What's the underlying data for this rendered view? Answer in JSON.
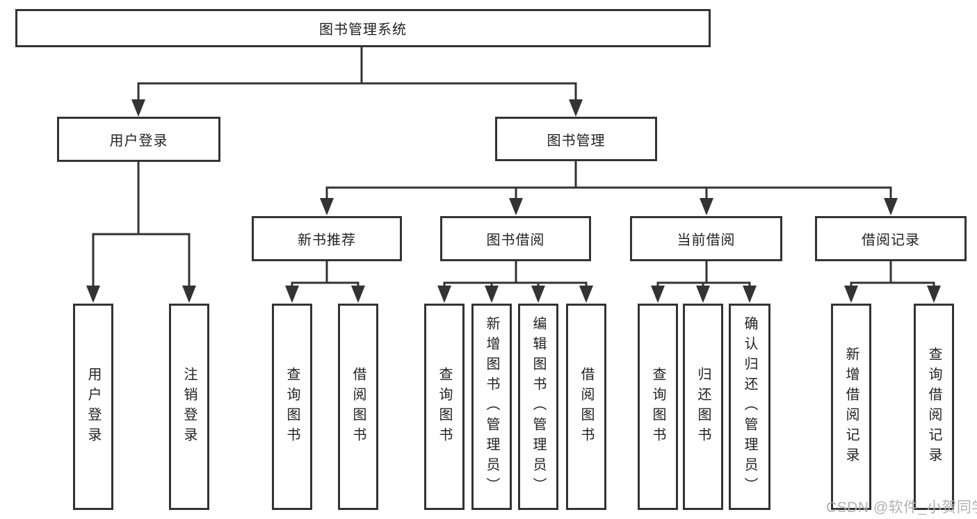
{
  "tree": {
    "label": "图书管理系统",
    "children": [
      {
        "label": "用户登录",
        "children": [
          {
            "label": "用户登录"
          },
          {
            "label": "注销登录"
          }
        ]
      },
      {
        "label": "图书管理",
        "children": [
          {
            "label": "新书推荐",
            "children": [
              {
                "label": "查询图书"
              },
              {
                "label": "借阅图书"
              }
            ]
          },
          {
            "label": "图书借阅",
            "children": [
              {
                "label": "查询图书"
              },
              {
                "label": "新增图书（管理员）"
              },
              {
                "label": "编辑图书（管理员）"
              },
              {
                "label": "借阅图书"
              }
            ]
          },
          {
            "label": "当前借阅",
            "children": [
              {
                "label": "查询图书"
              },
              {
                "label": "归还图书"
              },
              {
                "label": "确认归还（管理员）"
              }
            ]
          },
          {
            "label": "借阅记录",
            "children": [
              {
                "label": "新增借阅记录"
              },
              {
                "label": "查询借阅记录"
              }
            ]
          }
        ]
      }
    ]
  },
  "watermark": "CSDN @软件_小贺同学",
  "colors": {
    "line": "#333333",
    "box_border": "#333333",
    "text": "#222222",
    "watermark": "#b1b1b1",
    "background": "#ffffff"
  }
}
